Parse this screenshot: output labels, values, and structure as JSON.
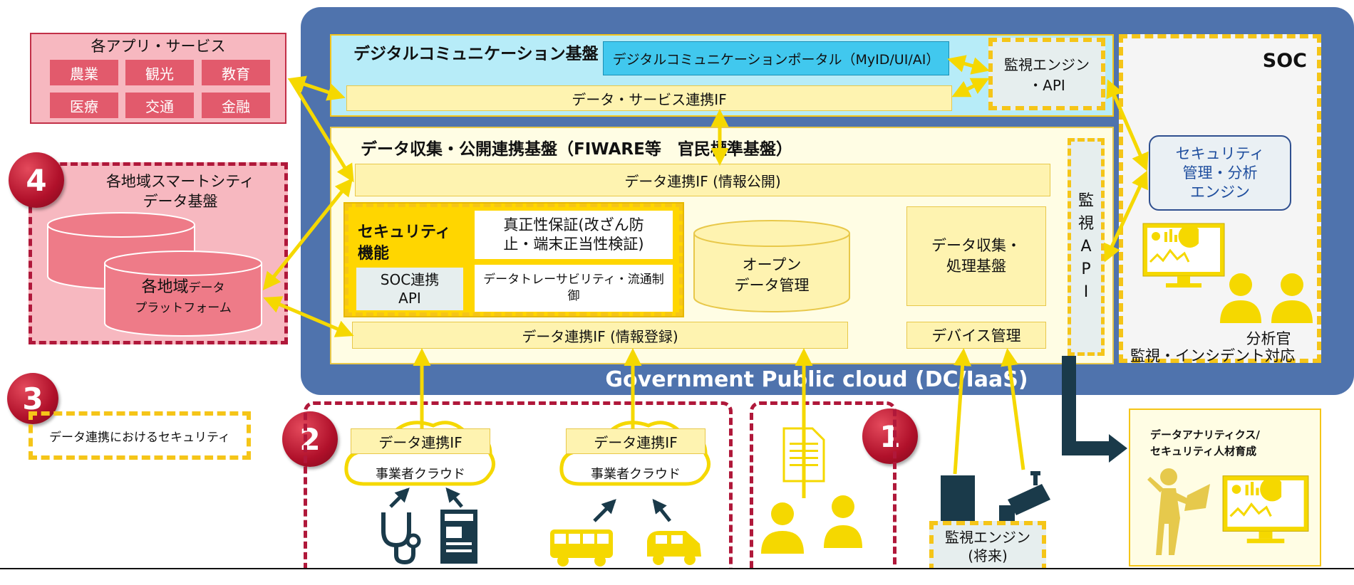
{
  "apps": {
    "title": "各アプリ・サービス",
    "items": [
      "農業",
      "観光",
      "教育",
      "医療",
      "交通",
      "金融"
    ]
  },
  "digital": {
    "title": "デジタルコミュニケーション基盤",
    "portal": "デジタルコミュニケーションポータル（MyID/UI/AI）",
    "service_if": "データ・サービス連携IF"
  },
  "monitor_api": {
    "line1": "監視エンジン",
    "line2": "・API"
  },
  "soc": {
    "title": "SOC",
    "engine": [
      "セキュリティ",
      "管理・分析",
      "エンジン"
    ],
    "analyst": "分析官",
    "incident": "監視・インシデント対応"
  },
  "data_platform": {
    "title": "データ収集・公開連携基盤（FIWARE等　官民標準基盤）",
    "if_publish": "データ連携IF (情報公開)",
    "if_register": "データ連携IF (情報登録)"
  },
  "security": {
    "title": [
      "セキュリティ",
      "機能"
    ],
    "authenticity": [
      "真正性保証(改ざん防",
      "止・端末正当性検証)"
    ],
    "soc_api": [
      "SOC連携",
      "API"
    ],
    "traceability": [
      "データトレーサビリティ・流通制",
      "御"
    ]
  },
  "open_data": [
    "オープン",
    "データ管理"
  ],
  "collect": [
    "データ収集・",
    "処理基盤"
  ],
  "device_mgmt": "デバイス管理",
  "kanshi_api": [
    "監",
    "視",
    "A",
    "P",
    "I"
  ],
  "gov_cloud": "Government Public cloud (DC/IaaS)",
  "regional": {
    "title": [
      "各地域スマートシティ",
      "データ基盤"
    ],
    "db_main": "各地域",
    "db_small": "データ",
    "db_sub": "プラットフォーム"
  },
  "security_link": "データ連携におけるセキュリティ",
  "badges": [
    "4",
    "3",
    "2",
    "1"
  ],
  "biz_cloud": {
    "if_label": "データ連携IF",
    "cloud_label": "事業者クラウド"
  },
  "monitor_future": [
    "監視エンジン",
    "(将来)"
  ],
  "analytics": [
    "データアナリティクス/",
    "セキュリティ人材育成"
  ],
  "colors": {
    "blue": "#4f73ad",
    "yellow": "#f5c518",
    "red": "#b0183a",
    "cyan": "#b7ecf8",
    "pink": "#f7b8c0"
  }
}
